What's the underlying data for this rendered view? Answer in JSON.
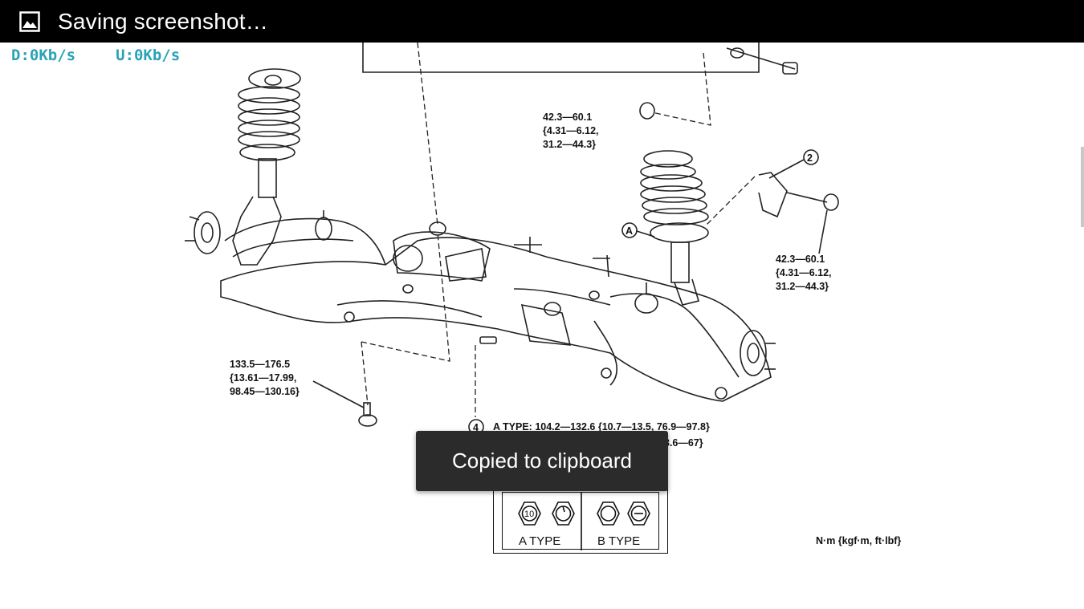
{
  "statusbar": {
    "title": "Saving screenshot…",
    "icon": "image-icon"
  },
  "netspeed": {
    "download": "D:0Kb/s",
    "upload": "U:0Kb/s",
    "color": "#2aa3b6"
  },
  "diagram": {
    "labels": {
      "top_torque_1": "42.3—60.1",
      "top_torque_2": "{4.31—6.12,",
      "top_torque_3": "31.2—44.3}",
      "right_torque_1": "42.3—60.1",
      "right_torque_2": "{4.31—6.12,",
      "right_torque_3": "31.2—44.3}",
      "left_torque_1": "133.5—176.5",
      "left_torque_2": "{13.61—17.99,",
      "left_torque_3": "98.45—130.16}",
      "a_type_line": "A TYPE: 104.2—132.6 {10.7—13.5, 76.9—97.8}",
      "b_type_line": "3.6—67}",
      "callout_2": "2",
      "callout_4": "4",
      "callout_a": "A"
    },
    "legend": {
      "a_type": "A TYPE",
      "b_type": "B TYPE",
      "bolt_mark": "10"
    },
    "unit_note": "N·m {kgf·m, ft·lbf}"
  },
  "toast": {
    "message": "Copied to clipboard"
  }
}
